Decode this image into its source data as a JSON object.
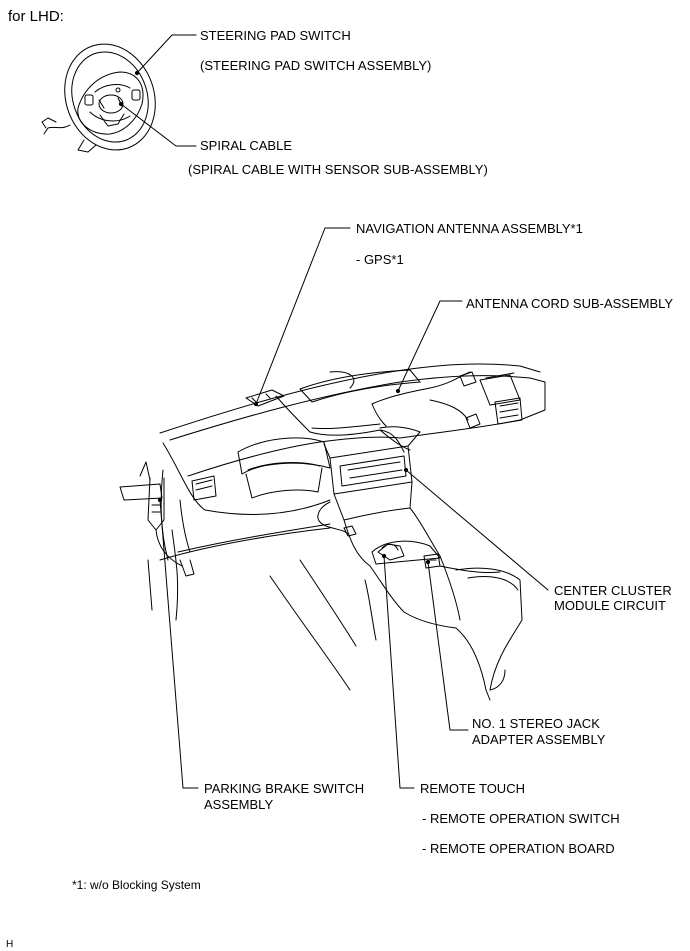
{
  "header": {
    "condition": "for LHD:"
  },
  "steering": {
    "pad_switch": "STEERING PAD SWITCH",
    "pad_switch_assembly": "(STEERING PAD SWITCH ASSEMBLY)",
    "spiral_cable": "SPIRAL CABLE",
    "spiral_cable_assembly": "(SPIRAL CABLE WITH SENSOR SUB-ASSEMBLY)"
  },
  "components": {
    "navigation_antenna": "NAVIGATION ANTENNA ASSEMBLY*1",
    "gps": "- GPS*1",
    "antenna_cord": "ANTENNA CORD SUB-ASSEMBLY",
    "center_cluster_line1": "CENTER CLUSTER",
    "center_cluster_line2": "MODULE CIRCUIT",
    "stereo_jack_line1": "NO. 1 STEREO JACK",
    "stereo_jack_line2": "ADAPTER ASSEMBLY",
    "parking_brake_line1": "PARKING BRAKE SWITCH",
    "parking_brake_line2": "ASSEMBLY",
    "remote_touch": "REMOTE TOUCH",
    "remote_operation_switch": "- REMOTE OPERATION SWITCH",
    "remote_operation_board": "- REMOTE OPERATION BOARD"
  },
  "footnote": "*1: w/o Blocking System",
  "figure_code": "H"
}
